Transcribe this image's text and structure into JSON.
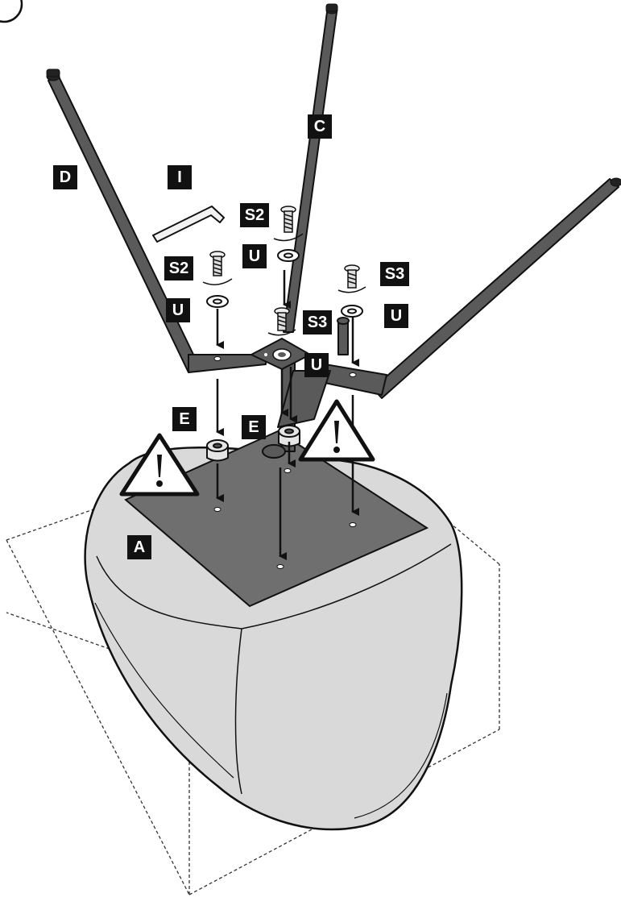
{
  "step_marker": "",
  "labels": {
    "A": "A",
    "C": "C",
    "D": "D",
    "I": "I",
    "S2": "S2",
    "S3": "S3",
    "U": "U",
    "E": "E"
  },
  "icons": [
    "warning-triangle-icon",
    "allen-key-icon",
    "screw-icon",
    "washer-icon",
    "spacer-icon",
    "down-arrow-icon"
  ],
  "colors": {
    "leg": "#5a5a5a",
    "seat_body": "#d9d9d9",
    "seat_plate": "#6f6f6f",
    "outline": "#111111"
  }
}
